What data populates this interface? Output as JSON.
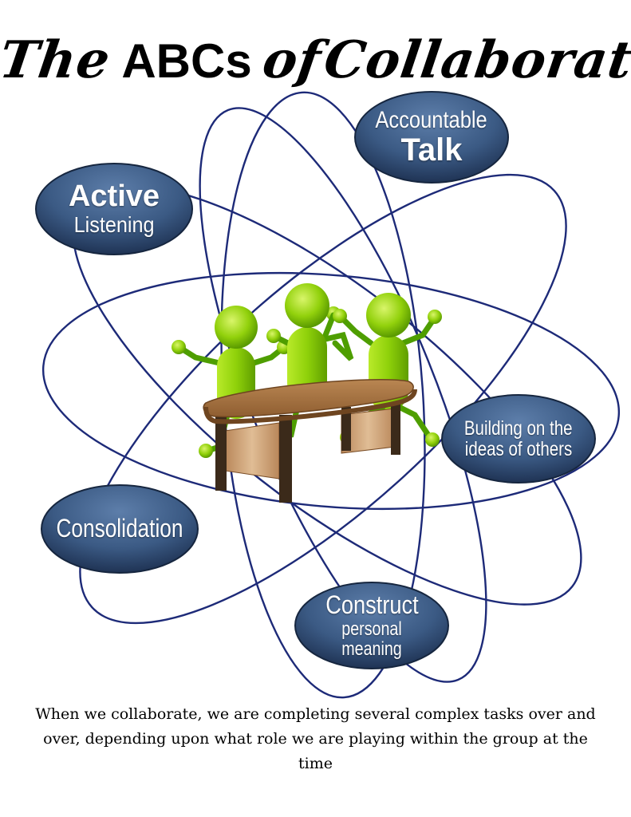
{
  "title": {
    "part1": "The",
    "part2": "ABCs",
    "part3": "of",
    "part4": "Collaboration"
  },
  "bubbles": [
    {
      "id": "accountable-talk",
      "line1": "Accountable",
      "line2": "Talk"
    },
    {
      "id": "active-listening",
      "line1": "Active",
      "line2": "Listening"
    },
    {
      "id": "building-on-ideas",
      "line1": "Building on the",
      "line2": "ideas of others"
    },
    {
      "id": "consolidation",
      "line1": "Consolidation",
      "line2": ""
    },
    {
      "id": "construct-meaning",
      "line1": "Construct",
      "line2": "personal meaning"
    }
  ],
  "caption": "When we collaborate, we are completing several complex tasks over and over, depending upon what role we are playing within the group at the time",
  "colors": {
    "orbit": "#1d2a78",
    "bubble_light": "#4f6e99",
    "bubble_dark": "#1f3354",
    "figure_green": "#8fd10a",
    "table_top": "#a67543",
    "table_leg": "#c79767"
  }
}
